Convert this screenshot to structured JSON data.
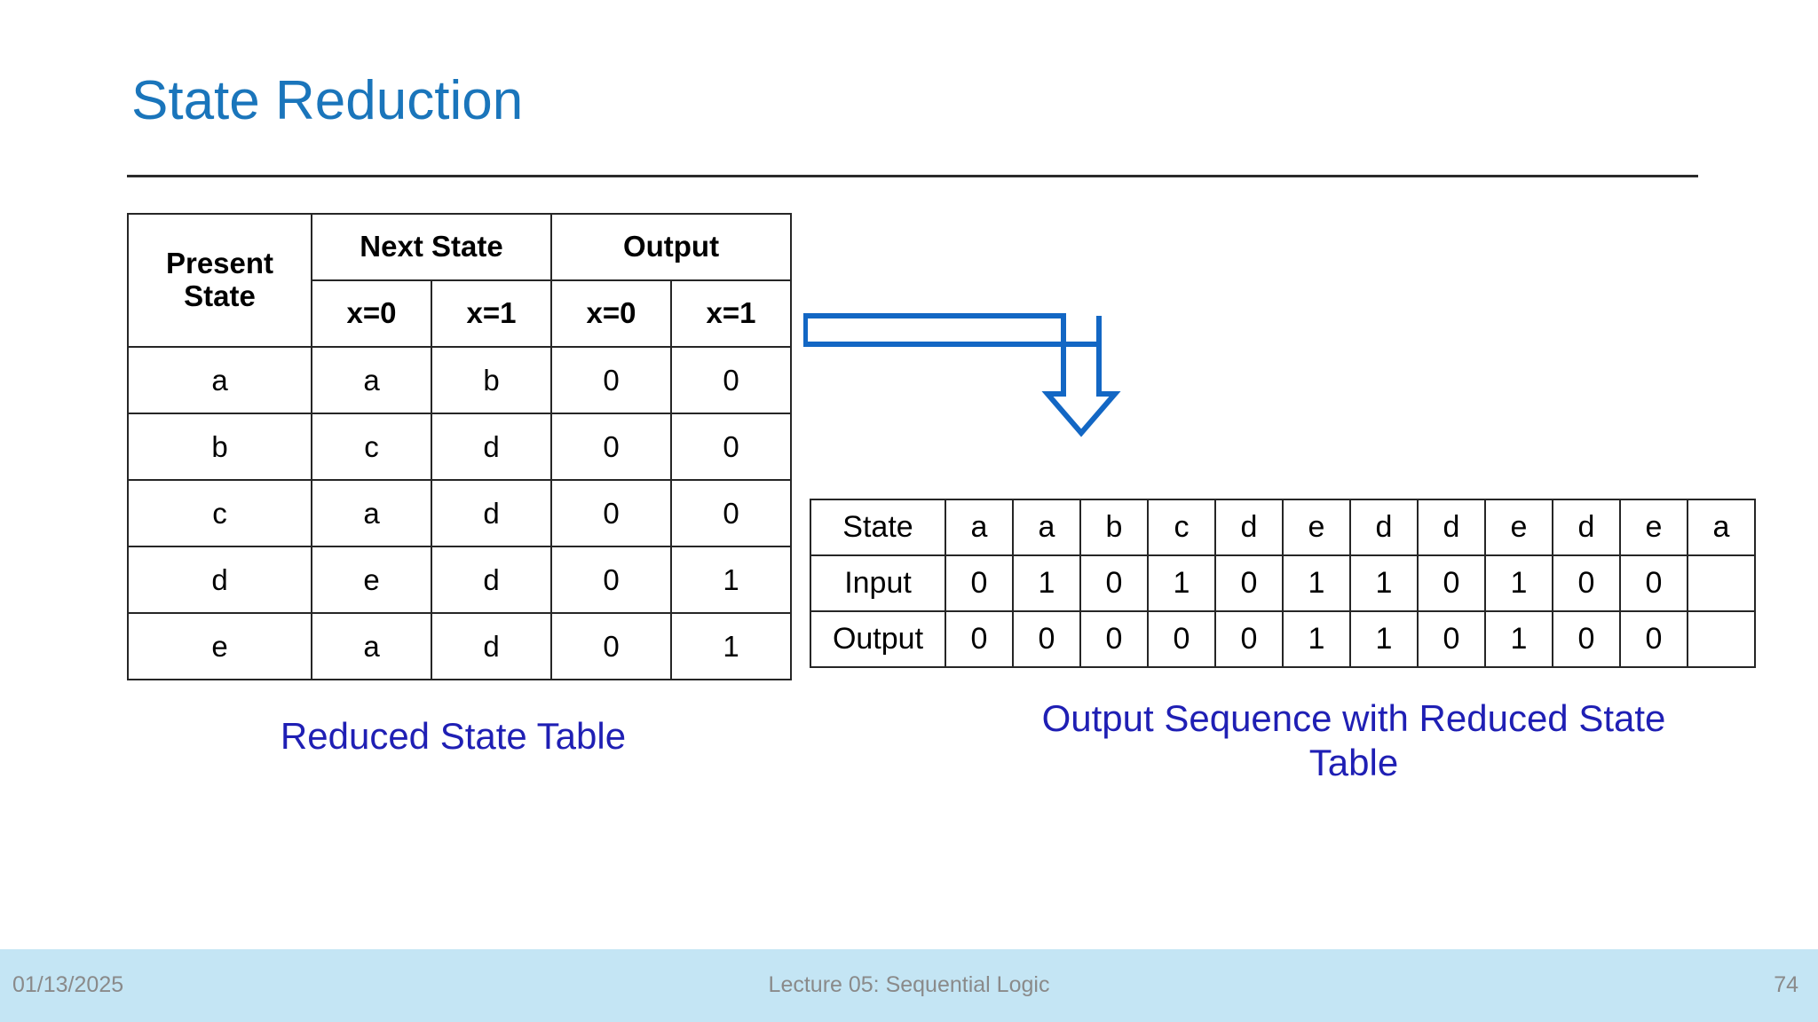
{
  "slide": {
    "title": "State Reduction",
    "title_color": "#1a75bb"
  },
  "state_table": {
    "headers": {
      "present_state": "Present State",
      "next_state": "Next State",
      "output": "Output",
      "sub_x0": "x=0",
      "sub_x1": "x=1"
    },
    "rows": [
      {
        "present": "a",
        "next_x0": "a",
        "next_x1": "b",
        "out_x0": "0",
        "out_x1": "0",
        "bold_output": true
      },
      {
        "present": "b",
        "next_x0": "c",
        "next_x1": "d",
        "out_x0": "0",
        "out_x1": "0",
        "bold_output": false
      },
      {
        "present": "c",
        "next_x0": "a",
        "next_x1": "d",
        "out_x0": "0",
        "out_x1": "0",
        "bold_output": false
      },
      {
        "present": "d",
        "next_x0": "e",
        "next_x1": "d",
        "out_x0": "0",
        "out_x1": "1",
        "bold_output": false
      },
      {
        "present": "e",
        "next_x0": "a",
        "next_x1": "d",
        "out_x0": "0",
        "out_x1": "1",
        "bold_output": false
      }
    ],
    "caption": "Reduced State Table",
    "state_text_color": "#ff0000"
  },
  "sequence_table": {
    "row_labels": {
      "state": "State",
      "input": "Input",
      "output": "Output"
    },
    "state": [
      "a",
      "a",
      "b",
      "c",
      "d",
      "e",
      "d",
      "d",
      "e",
      "d",
      "e",
      "a"
    ],
    "input": [
      "0",
      "1",
      "0",
      "1",
      "0",
      "1",
      "1",
      "0",
      "1",
      "0",
      "0",
      ""
    ],
    "output": [
      "0",
      "0",
      "0",
      "0",
      "0",
      "1",
      "1",
      "0",
      "1",
      "0",
      "0",
      ""
    ],
    "caption": "Output Sequence with Reduced State Table",
    "caption_color": "#1f1fb4"
  },
  "arrow": {
    "name": "elbow-arrow-right-down",
    "color": "#1367c4"
  },
  "footer": {
    "date": "01/13/2025",
    "center": "Lecture 05: Sequential Logic",
    "page": "74",
    "background": "#c4e5f4",
    "text_color": "#8a8a8a"
  }
}
